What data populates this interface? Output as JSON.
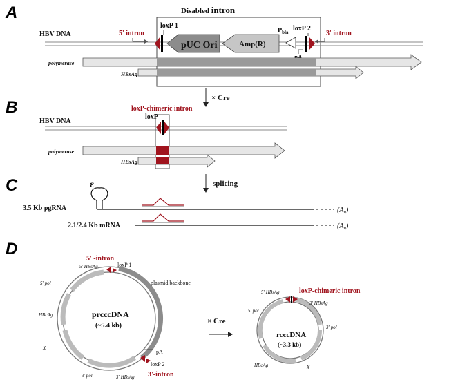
{
  "panels": {
    "a": "A",
    "b": "B",
    "c": "C",
    "d": "D"
  },
  "panel_a": {
    "disabled_intron_prefix": "Disabled ",
    "disabled_intron_word": "intron",
    "hbv_dna": "HBV DNA",
    "intron_5": "5' intron",
    "intron_3": "3' intron",
    "loxp1": "loxP 1",
    "loxp2": "loxP 2",
    "pbla": "P",
    "pbla_sub": "bla",
    "puc_ori": "pUC Ori",
    "ampr": "Amp(R)",
    "pa": "pA",
    "polymerase": "polymerase",
    "hbsag": "HBsAg"
  },
  "step_cre": "× Cre",
  "panel_b": {
    "chimeric": "loxP-chimeric intron",
    "hbv_dna": "HBV DNA",
    "loxp": "loxP",
    "polymerase": "polymerase",
    "hbsag": "HBsAg"
  },
  "step_splicing": "splicing",
  "panel_c": {
    "epsilon": "ε",
    "pgrna": "3.5 Kb pgRNA",
    "mrna": "2.1/2.4 Kb mRNA",
    "polya": "(A",
    "polya_sub": "n",
    "polya_close": ")"
  },
  "panel_d": {
    "intron_5": "5' -intron",
    "hbsag_5": "5' HBsAg",
    "loxp1": "loxP 1",
    "plasmid_backbone": "plasmid backbone",
    "pol_5": "5' pol",
    "hbcag": "HBcAg",
    "prcccdna": "prcccDNA",
    "prcccdna_size": "(~5.4 kb)",
    "x": "X",
    "pol_3": "3' pol",
    "hbsag_3": "3' HBsAg",
    "loxp2": "loxP 2",
    "intron_3": "3'-intron",
    "pa": "pA",
    "cre": "× Cre",
    "rc_hbsag_5": "5' HBsAg",
    "rc_chimeric": "loxP-chimeric intron",
    "rc_hbsag_3": "3' HBsAg",
    "rc_pol_5": "5' pol",
    "rc_pol_3": "3' pol",
    "rcccdna": "rcccDNA",
    "rcccdna_size": "(~3.3 kb)",
    "rc_hbcag": "HBcAg",
    "rc_x": "X"
  },
  "colors": {
    "intron_red": "#a0141e",
    "arrow_fill": "#e6e6e6",
    "arrow_stroke": "#555555",
    "dark_gray_fill": "#8c8c8c",
    "band_gray": "#9a9a9a"
  }
}
